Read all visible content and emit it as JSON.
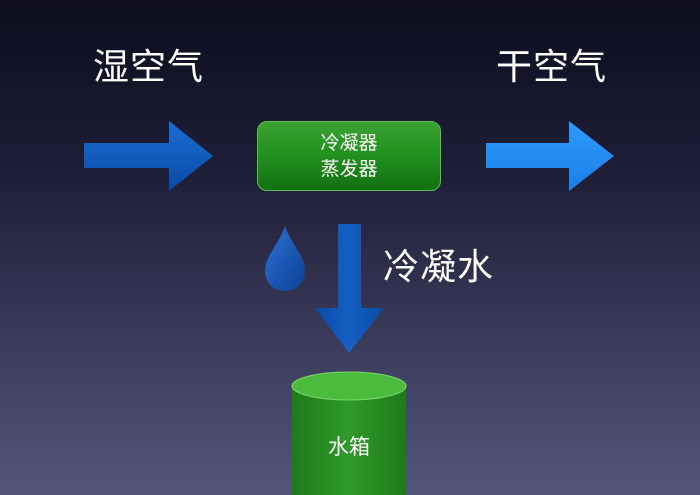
{
  "labels": {
    "wet_air": "湿空气",
    "dry_air": "干空气",
    "condensate": "冷凝水"
  },
  "unit": {
    "line1": "冷凝器",
    "line2": "蒸发器"
  },
  "tank": {
    "label": "水箱"
  },
  "colors": {
    "inlet_arrow": "#0d56b8",
    "outlet_arrow": "#1e8fff",
    "unit_green": "#239320",
    "tank_green": "#2f9a29",
    "water_drop": "#1552b0"
  }
}
